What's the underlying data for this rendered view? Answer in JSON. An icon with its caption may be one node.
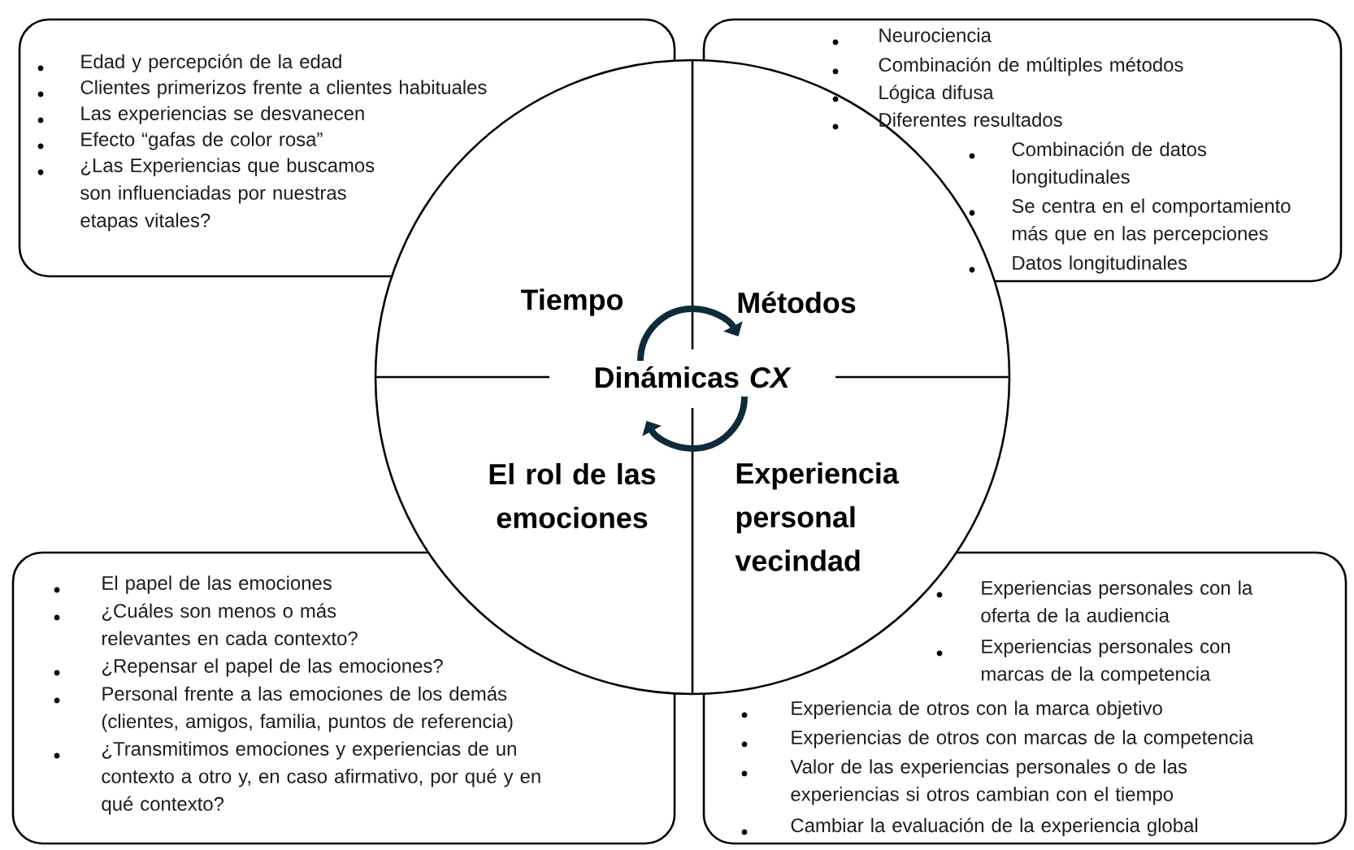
{
  "diagram": {
    "nodes": [
      {
        "text": [
          "Edad y percepción de la edad",
          "Clientes primerizos frente a clientes habituales",
          "Las experiencias se desvanecen",
          "Efecto “gafas de color rosa”",
          "¿Las Experiencias que buscamos son influenciadas por nuestras etapas vitales?"
        ]
      },
      {
        "text": [
          "Neurociencia",
          "Combinación de múltiples métodos",
          "Lógica difusa",
          "Diferentes resultados",
          "Combinación de datos longitudinales",
          "Se centra en el comportamiento más que en las percepciones",
          "Datos longitudinales"
        ]
      },
      {
        "text": [
          "El papel de las emociones",
          "¿Cuáles son menos o más relevantes en cada contexto?",
          "¿Repensar el papel de las emociones?",
          "Personal frente a las emociones de los demás (clientes, amigos, familia, puntos de referencia)",
          "¿Transmitimos emociones y experiencias de un contexto a otro y, en caso afirmativo, por qué y en qué contexto?"
        ]
      },
      {
        "text": [
          "Experiencias personales con la oferta de la audiencia",
          "Experiencias personales con marcas de la competencia",
          "Experiencia de otros con la marca objetivo",
          "Experiencias de otros con marcas de la competencia",
          "Valor de las experiencias personales o de las experiencias  si otros cambian con el tiempo",
          "Cambiar la evaluación de la experiencia global"
        ]
      },
      {
        "text": [
          "Tiempo",
          "Métodos",
          "El rol de las emociones",
          "Experiencia personal vecindad",
          "Dinámicas *CX*"
        ]
      }
    ]
  }
}
